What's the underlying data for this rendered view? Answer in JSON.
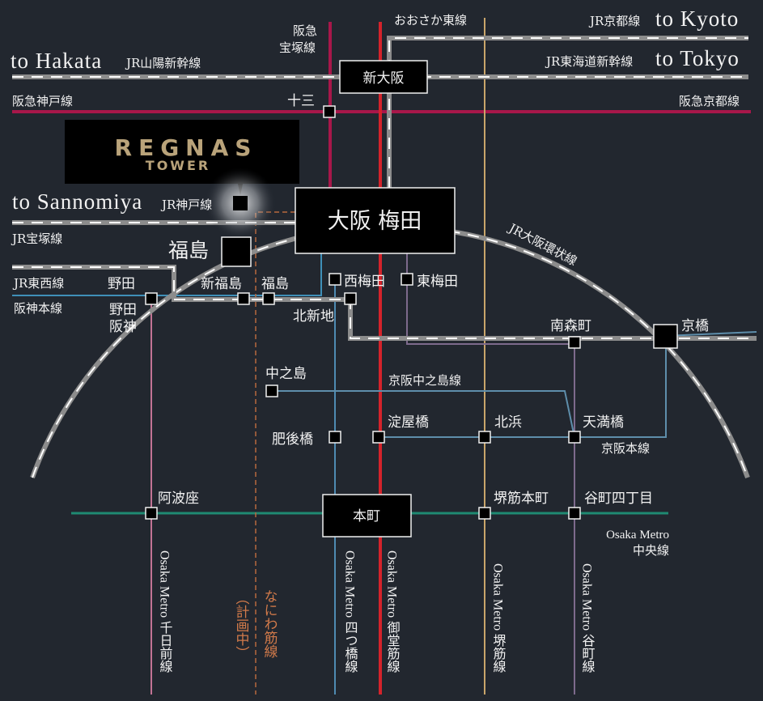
{
  "colors": {
    "background": "#22272f",
    "hankyu": "#a8174a",
    "midosuji": "#d4232b",
    "sakaisuji": "#c9a56a",
    "tanimachi": "#7d6a8c",
    "yotsubashi": "#4f8bb2",
    "chuo": "#1f8a72",
    "sennichimae": "#c27394",
    "keihan": "#5e8eab",
    "jr": "#8c8c8c",
    "naniwasuji": "#b8693f",
    "logo_gold": "#b9a37a"
  },
  "logo": {
    "line1": "REGNAS",
    "line2": "TOWER"
  },
  "destinations": {
    "hakata": "to Hakata",
    "kyoto": "to Kyoto",
    "tokyo": "to Tokyo",
    "sannomiya": "to Sannomiya"
  },
  "lines": {
    "sanyo_shinkansen": "JR山陽新幹線",
    "hankyu_kobe": "阪急神戸線",
    "hankyu_takarazuka_1": "阪急",
    "hankyu_takarazuka_2": "宝塚線",
    "osaka_higashi": "おおさか東線",
    "jr_kyoto": "JR京都線",
    "tokaido_shinkansen": "JR東海道新幹線",
    "hankyu_kyoto": "阪急京都線",
    "jr_kobe": "JR神戸線",
    "jr_takarazuka": "JR宝塚線",
    "jr_tozai": "JR東西線",
    "hanshin": "阪神本線",
    "jr_loop": "JR大阪環状線",
    "keihan_nakanoshima": "京阪中之島線",
    "keihan_main": "京阪本線",
    "chuo_1": "Osaka Metro",
    "chuo_2": "中央線",
    "sennichimae": "Osaka Metro 千日前線",
    "naniwasuji": "なにわ筋線",
    "naniwasuji_planned": "（計画中）",
    "yotsubashi": "Osaka Metro 四つ橋線",
    "midosuji": "Osaka Metro 御堂筋線",
    "sakaisuji": "Osaka Metro 堺筋線",
    "tanimachi": "Osaka Metro 谷町線"
  },
  "stations": {
    "shin_osaka": "新大阪",
    "juso": "十三",
    "umeda": "大阪 梅田",
    "fukushima_jr": "福島",
    "noda": "野田",
    "noda_hanshin_1": "野田",
    "noda_hanshin_2": "阪神",
    "shin_fukushima": "新福島",
    "fukushima": "福島",
    "nishi_umeda": "西梅田",
    "higashi_umeda": "東梅田",
    "kitashinchi": "北新地",
    "minamimorimachi": "南森町",
    "kyobashi": "京橋",
    "nakanoshima": "中之島",
    "higobashi": "肥後橋",
    "yodoyabashi": "淀屋橋",
    "kitahama": "北浜",
    "temmabashi": "天満橋",
    "awaza": "阿波座",
    "hommachi": "本町",
    "sakaisuji_hommachi": "堺筋本町",
    "tanimachi_4": "谷町四丁目"
  }
}
